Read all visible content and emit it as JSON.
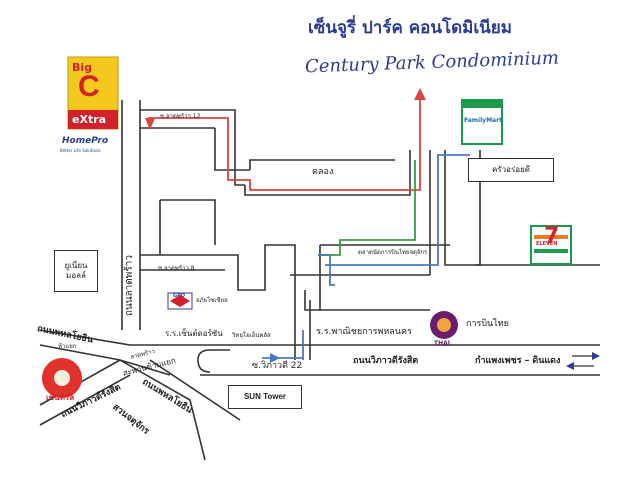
{
  "title": {
    "thai": "เซ็นจูรี่ ปาร์ค คอนโดมิเนียม",
    "english": "Century Park Condominium"
  },
  "landmarks": {
    "bigc_top": "Big",
    "bigc_letter": "C",
    "bigc_bottom": "eXtra",
    "homepro": "HomePro",
    "homepro_tag": "Better Life Solutions",
    "familymart": "FamilyMart",
    "seven_eleven_num": "7",
    "seven_eleven_word": "ELEVEN",
    "krua_aroi_dee": "ครัวอร่อยดี",
    "union_mall": "ยูเนี่ยน มอลล์",
    "sun_tower": "SUN Tower",
    "central": "เซ็นทรัล",
    "gpo": "GPO",
    "gpo_text": "อภัยโซเชียล",
    "thai_logo": "THAI",
    "thai_airways": "การบินไทย"
  },
  "roads": {
    "lat_phrao": "ถนนลาดพร้าว",
    "phahonyothin_top": "ถนนพหลโยธิน",
    "phahonyothin_bottom": "ถนนพหลโยธิน",
    "vibhavadi": "ถนนวิภาวดีรังสิต",
    "vibhavadi_left": "ถนนวิภาวดีรังสิต",
    "soi_lat_phrao_12": "ซ.ลาดพร้าว 12",
    "soi_lat_phrao_8": "ซ.ลาดพร้าว 8",
    "soi_vibhavadi_22": "ซ.วิภาวดี 22",
    "canal": "คลอง",
    "market": "ตลาดนัดการบินไทยจตุจักร",
    "intersection_ha_yaek": "ห้าแยก",
    "intersection_pak_top": "ลาดพร้าว",
    "intersection_pak_bottom": "สะพานข้ามแยก",
    "suan_chatuchak": "สวนจตุจักร",
    "kamphaeng_phet_din_daeng": "กำแพงเพชร – ดินแดง"
  },
  "schools": {
    "sethsiri": "ร.ร.เซ็นต์ดอร์ซัน",
    "wittayu": "วิทยุโอเอ็นพลัส",
    "commerce": "ร.ร.พาณิชยการพหลนคร"
  },
  "colors": {
    "road": "#333333",
    "route_red": "#d8453c",
    "route_green": "#3c9a46",
    "route_blue": "#4a77c2",
    "title": "#2b3c93",
    "bigc_yellow": "#f4c81e",
    "bigc_red": "#d4202a",
    "familymart_green": "#1a9a4a",
    "seven_eleven_orange": "#ef7c1c"
  }
}
